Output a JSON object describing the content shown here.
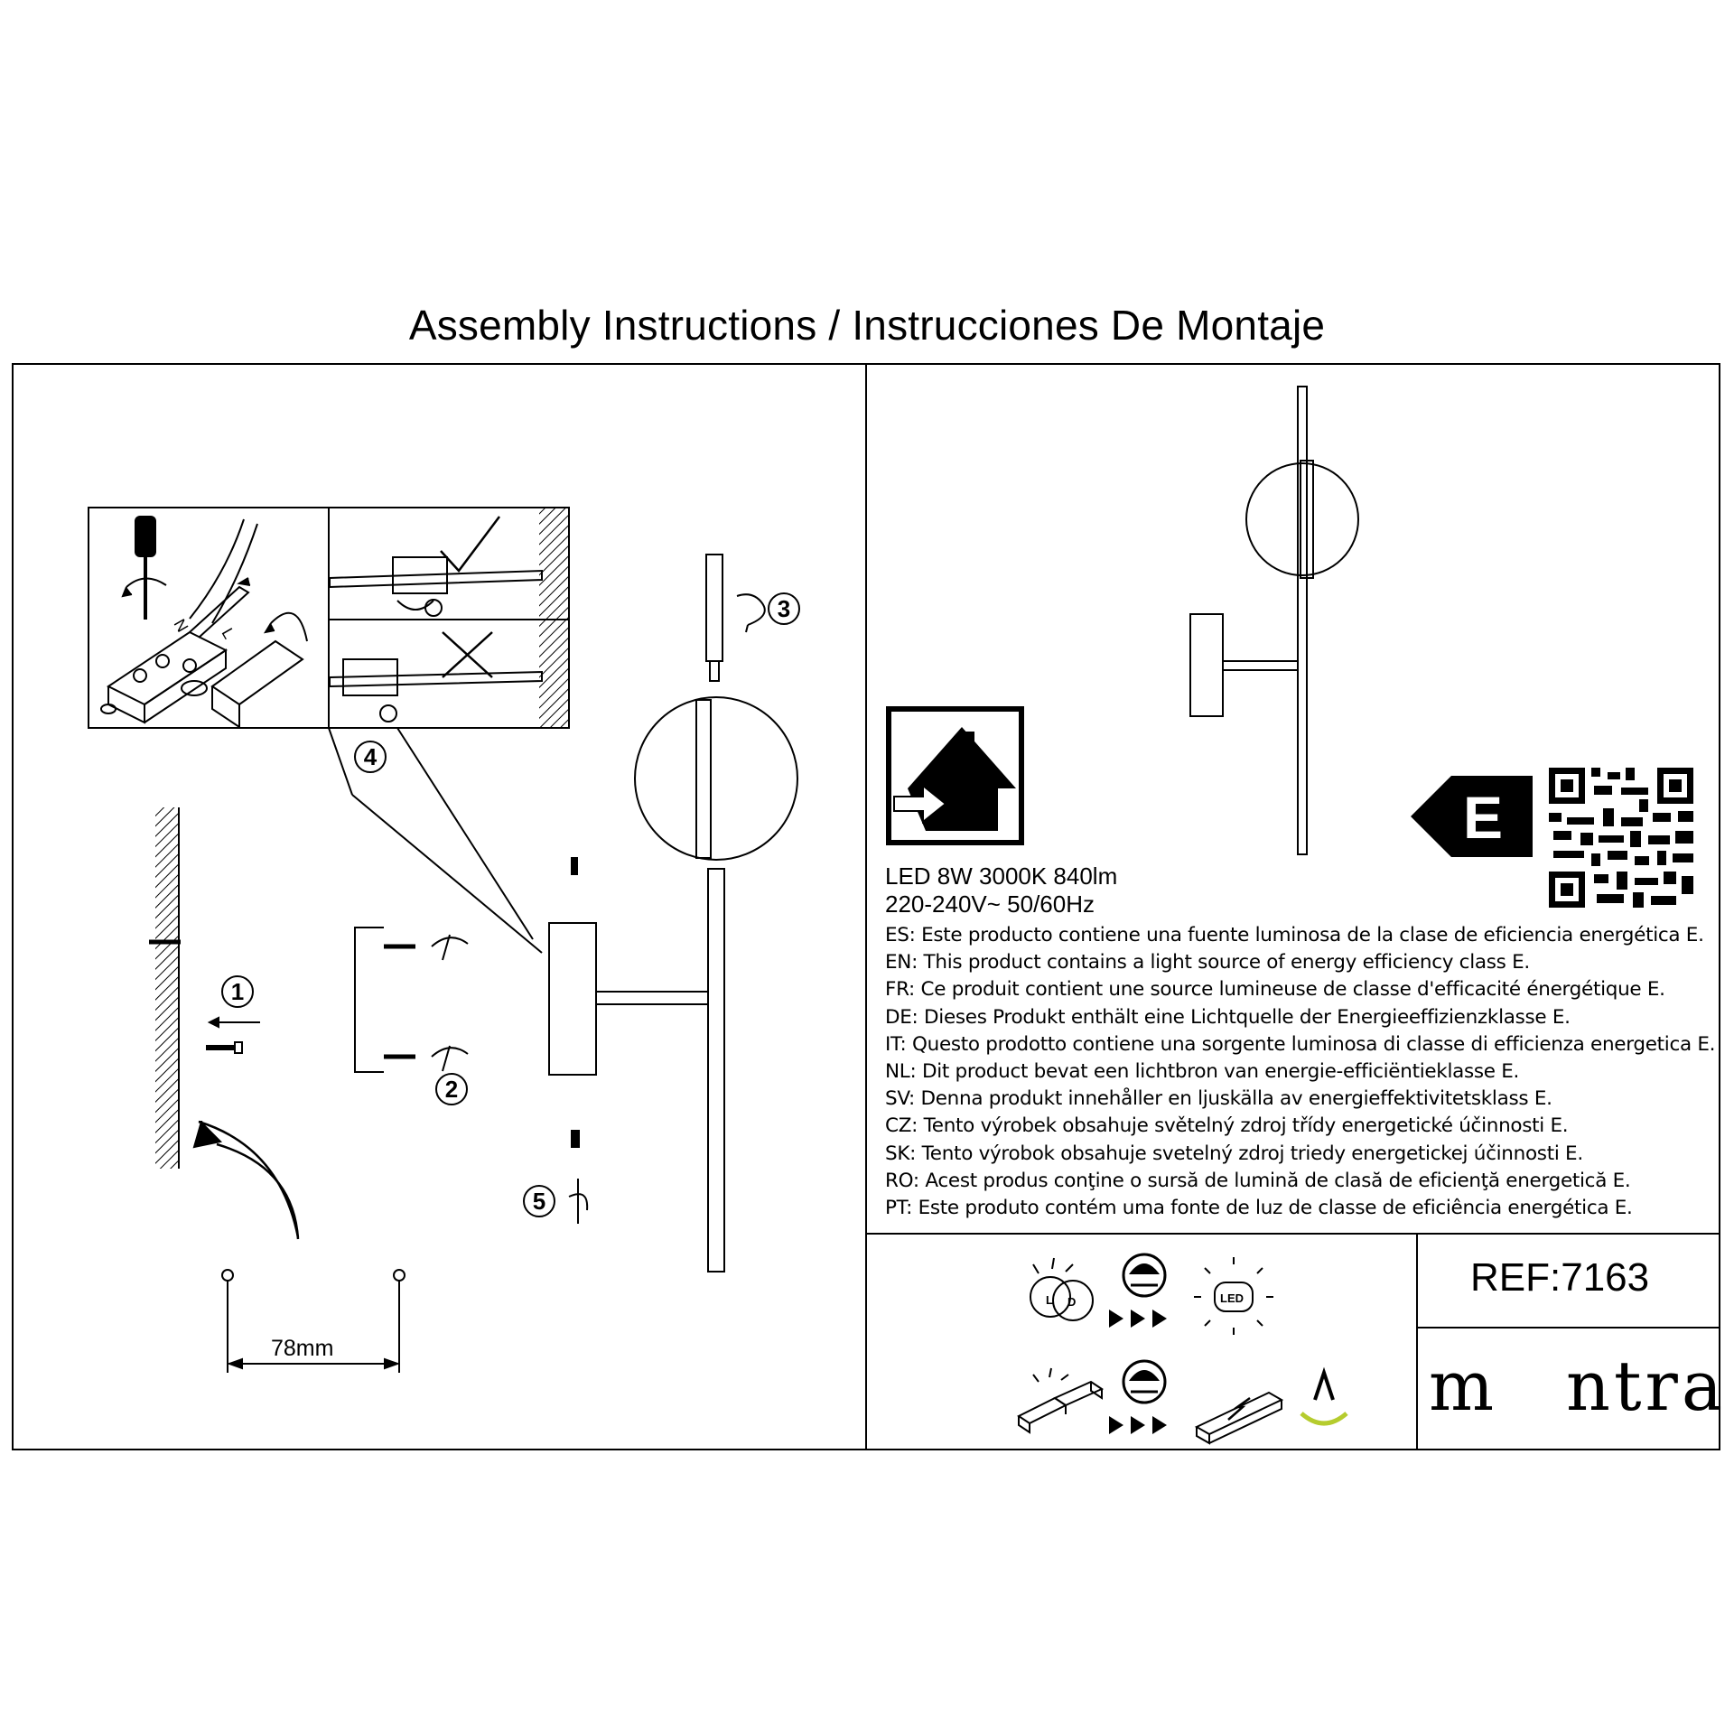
{
  "title": "Assembly Instructions / Instrucciones De Montaje",
  "specs": {
    "line1": "LED 8W 3000K 840lm",
    "line2": "220-240V~ 50/60Hz"
  },
  "energy_class": "E",
  "energy_statements": [
    "ES: Este producto contiene una fuente luminosa de la clase de eficiencia energética E.",
    "EN: This product contains a light source of energy efficiency class E.",
    "FR: Ce produit contient une source lumineuse de classe d'efficacité énergétique E.",
    "DE: Dieses Produkt enthält eine Lichtquelle der Energieeffizienzklasse E.",
    "IT: Questo prodotto contiene una sorgente luminosa di classe di efficienza energetica E.",
    "NL: Dit product bevat een lichtbron van energie-efficiëntieklasse E.",
    "SV: Denna produkt innehåller en ljuskälla av energieffektivitetsklass E.",
    "CZ: Tento výrobek obsahuje světelný zdroj třídy energetické účinnosti E.",
    "SK: Tento výrobok obsahuje svetelný zdroj triedy energetickej účinnosti E.",
    "RO: Acest produs conţine o sursă de lumină de clasă de eficienţă energetică E.",
    "PT: Este produto contém uma fonte de luz de classe de eficiência energética E."
  ],
  "steps": [
    "1",
    "2",
    "3",
    "4",
    "5"
  ],
  "dimension": "78mm",
  "ref": "REF:7163",
  "brand": "mantra",
  "wiring_labels": {
    "neutral": "N",
    "live": "L"
  },
  "led_badge": "LED",
  "colors": {
    "line": "#000000",
    "brand_accent": "#b5cc2e"
  },
  "icons": [
    "screwdriver-icon",
    "indoor-use-icon",
    "qr-code-icon",
    "energy-class-arrow-icon",
    "broken-led-icon",
    "technician-icon",
    "led-icon",
    "broken-driver-icon",
    "driver-icon"
  ]
}
